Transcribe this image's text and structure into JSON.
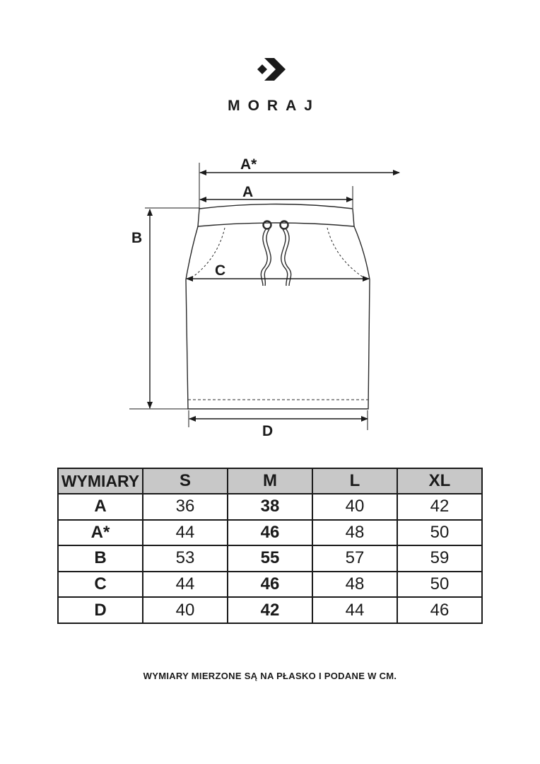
{
  "brand": {
    "name": "MORAJ",
    "logo_icon": "moraj-chevron-logo-icon"
  },
  "diagram": {
    "labels": {
      "a_star": "A*",
      "a": "A",
      "b": "B",
      "c": "C",
      "d": "D"
    }
  },
  "size_table": {
    "header": [
      "WYMIARY",
      "S",
      "M",
      "L",
      "XL"
    ],
    "highlight_column": "M",
    "rows": [
      {
        "label": "A",
        "values": [
          "36",
          "38",
          "40",
          "42"
        ]
      },
      {
        "label": "A*",
        "values": [
          "44",
          "46",
          "48",
          "50"
        ]
      },
      {
        "label": "B",
        "values": [
          "53",
          "55",
          "57",
          "59"
        ]
      },
      {
        "label": "C",
        "values": [
          "44",
          "46",
          "48",
          "50"
        ]
      },
      {
        "label": "D",
        "values": [
          "40",
          "42",
          "44",
          "46"
        ]
      }
    ]
  },
  "footer_note": "WYMIARY MIERZONE SĄ NA PŁASKO I PODANE W CM."
}
